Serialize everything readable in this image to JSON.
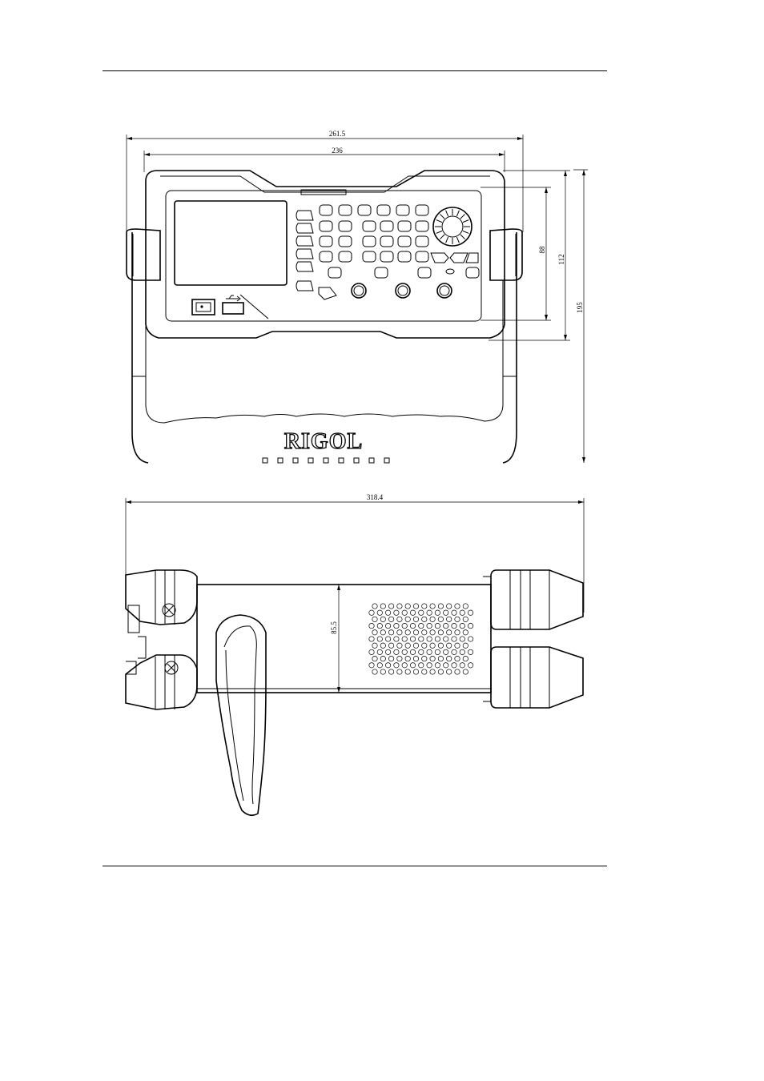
{
  "front_view": {
    "dimensions": {
      "overall_width": "261.5",
      "body_width": "236",
      "panel_height": "88",
      "body_height": "112",
      "overall_height": "195"
    },
    "brand_logo": "RIGOL"
  },
  "side_view": {
    "dimensions": {
      "overall_depth": "318.4",
      "body_height": "85.5"
    }
  }
}
